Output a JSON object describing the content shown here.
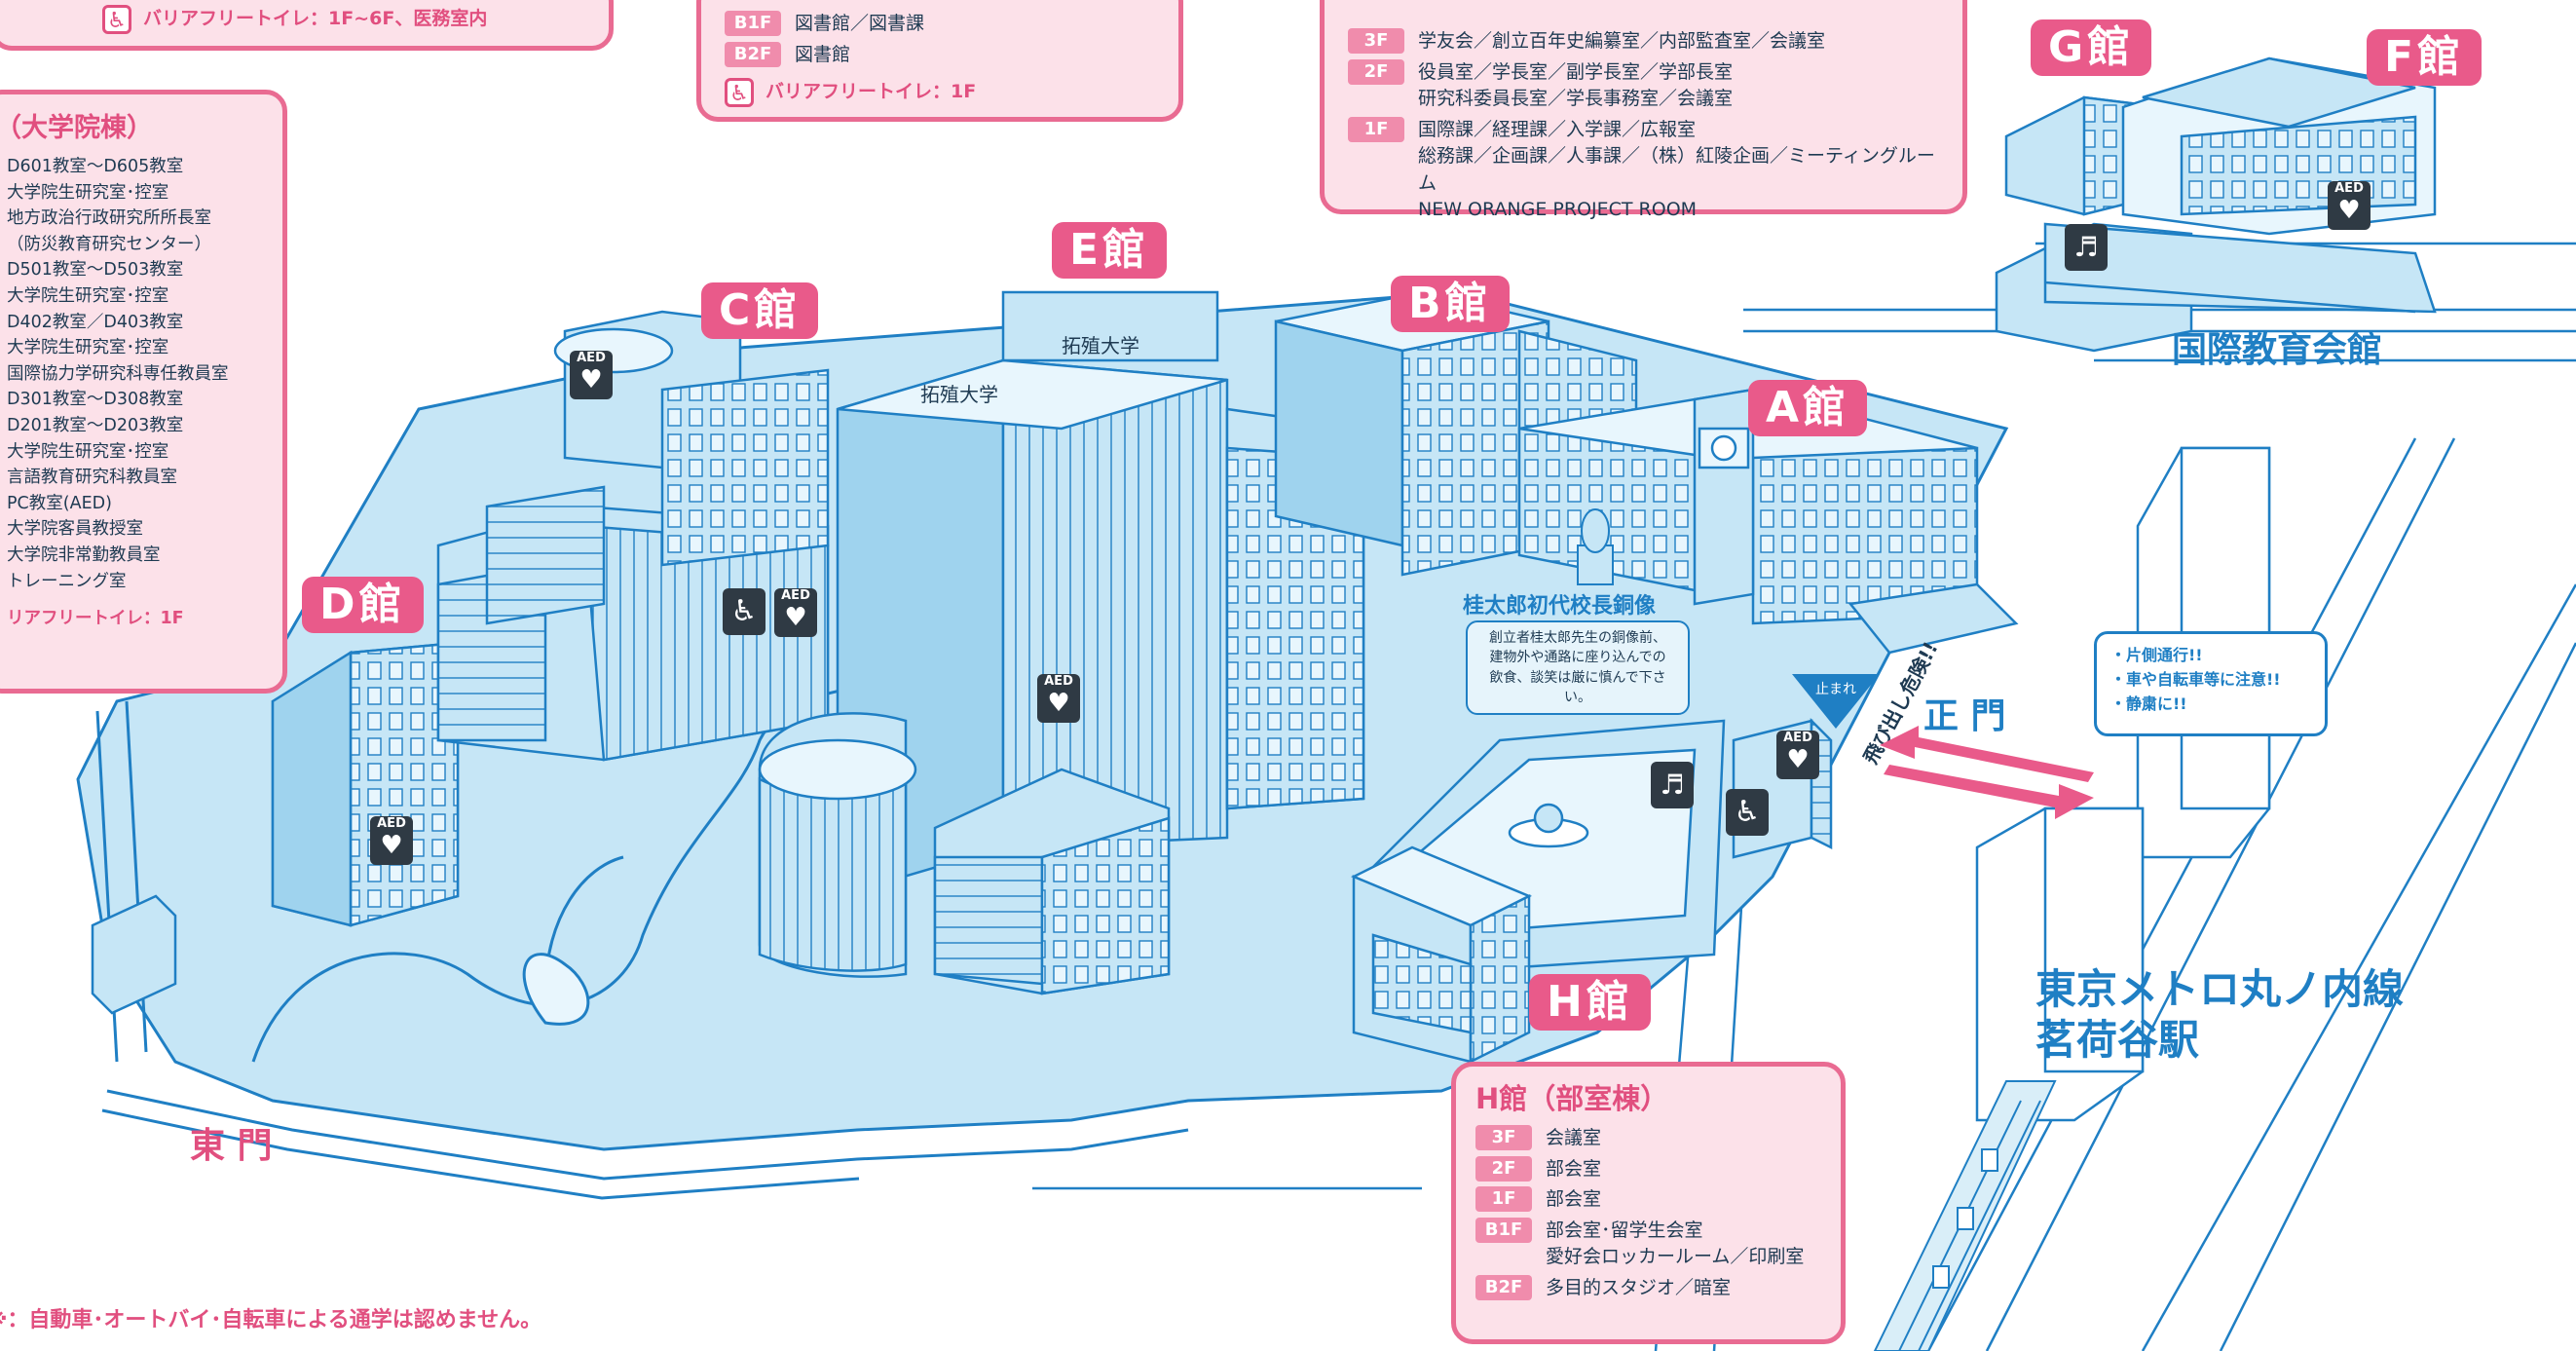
{
  "top_left_panel": {
    "wc": "バリアフリートイレ：1F~6F、医務室内"
  },
  "top_center_panel": {
    "rows": [
      {
        "floor": "B1F",
        "text": "図書館／図書課"
      },
      {
        "floor": "B2F",
        "text": "図書館"
      }
    ],
    "wc": "バリアフリートイレ：1F"
  },
  "a_panel": {
    "rows": [
      {
        "floor": "3F",
        "text": "学友会／創立百年史編纂室／内部監査室／会議室"
      },
      {
        "floor": "2F",
        "text": "役員室／学長室／副学長室／学部長室\n研究科委員長室／学長事務室／会議室"
      },
      {
        "floor": "1F",
        "text": "国際課／経理課／入学課／広報室\n総務課／企画課／人事課／（株）紅陵企画／ミーティングルーム\nNEW ORANGE PROJECT ROOM"
      }
    ]
  },
  "d_panel": {
    "title": "（大学院棟）",
    "lines": [
      "D601教室～D605教室",
      "大学院生研究室･控室",
      "地方政治行政研究所所長室",
      "（防災教育研究センター）",
      "D501教室～D503教室",
      "大学院生研究室･控室",
      "D402教室／D403教室",
      "大学院生研究室･控室",
      "国際協力学研究科専任教員室",
      "D301教室～D308教室",
      "D201教室～D203教室",
      "大学院生研究室･控室",
      "言語教育研究科教員室",
      "PC教室(AED)",
      "大学院客員教授室",
      "大学院非常勤教員室",
      "トレーニング室"
    ],
    "wc": "リアフリートイレ：1F"
  },
  "h_panel": {
    "title": "H館（部室棟）",
    "rows": [
      {
        "floor": "3F",
        "text": "会議室"
      },
      {
        "floor": "2F",
        "text": "部会室"
      },
      {
        "floor": "1F",
        "text": "部会室"
      },
      {
        "floor": "B1F",
        "text": "部会室･留学生会室\n愛好会ロッカールーム／印刷室"
      },
      {
        "floor": "B2F",
        "text": "多目的スタジオ／暗室"
      }
    ]
  },
  "building_labels": {
    "a": "A館",
    "b": "B館",
    "c": "C館",
    "d": "D館",
    "e": "E館",
    "f": "F館",
    "g": "G館",
    "h": "H館"
  },
  "place_labels": {
    "international_hall": "国際教育会館",
    "statue": "桂太郎初代校長銅像",
    "statue_note": "創立者桂太郎先生の銅像前、\n建物外や通路に座り込んでの\n飲食、談笑は厳に慎んで下さい。",
    "main_gate": "正 門",
    "east_gate": "東 門",
    "metro_line": "東京メトロ丸ノ内線",
    "metro_station": "茗荷谷駅",
    "danger": "飛び出し危険!!",
    "stop": "止まれ",
    "signboard": "拓殖大学",
    "road_notes": [
      "・片側通行!!",
      "・車や自転車等に注意!!",
      "・静粛に!!"
    ],
    "footer": "※：自動車･オートバイ･自転車による通学は認めません。"
  },
  "icons": {
    "aed_text": "AED",
    "heart": "heart-icon",
    "wheelchair": "wheelchair-icon",
    "stairs": "stairs-icon",
    "toilet": "wc-icon"
  },
  "colors": {
    "pink": "#e95a8a",
    "panel_bg": "#fce1e9",
    "building_fill": "#c6e6f6",
    "line": "#1f7fc4",
    "text_dark": "#1e3a52"
  }
}
